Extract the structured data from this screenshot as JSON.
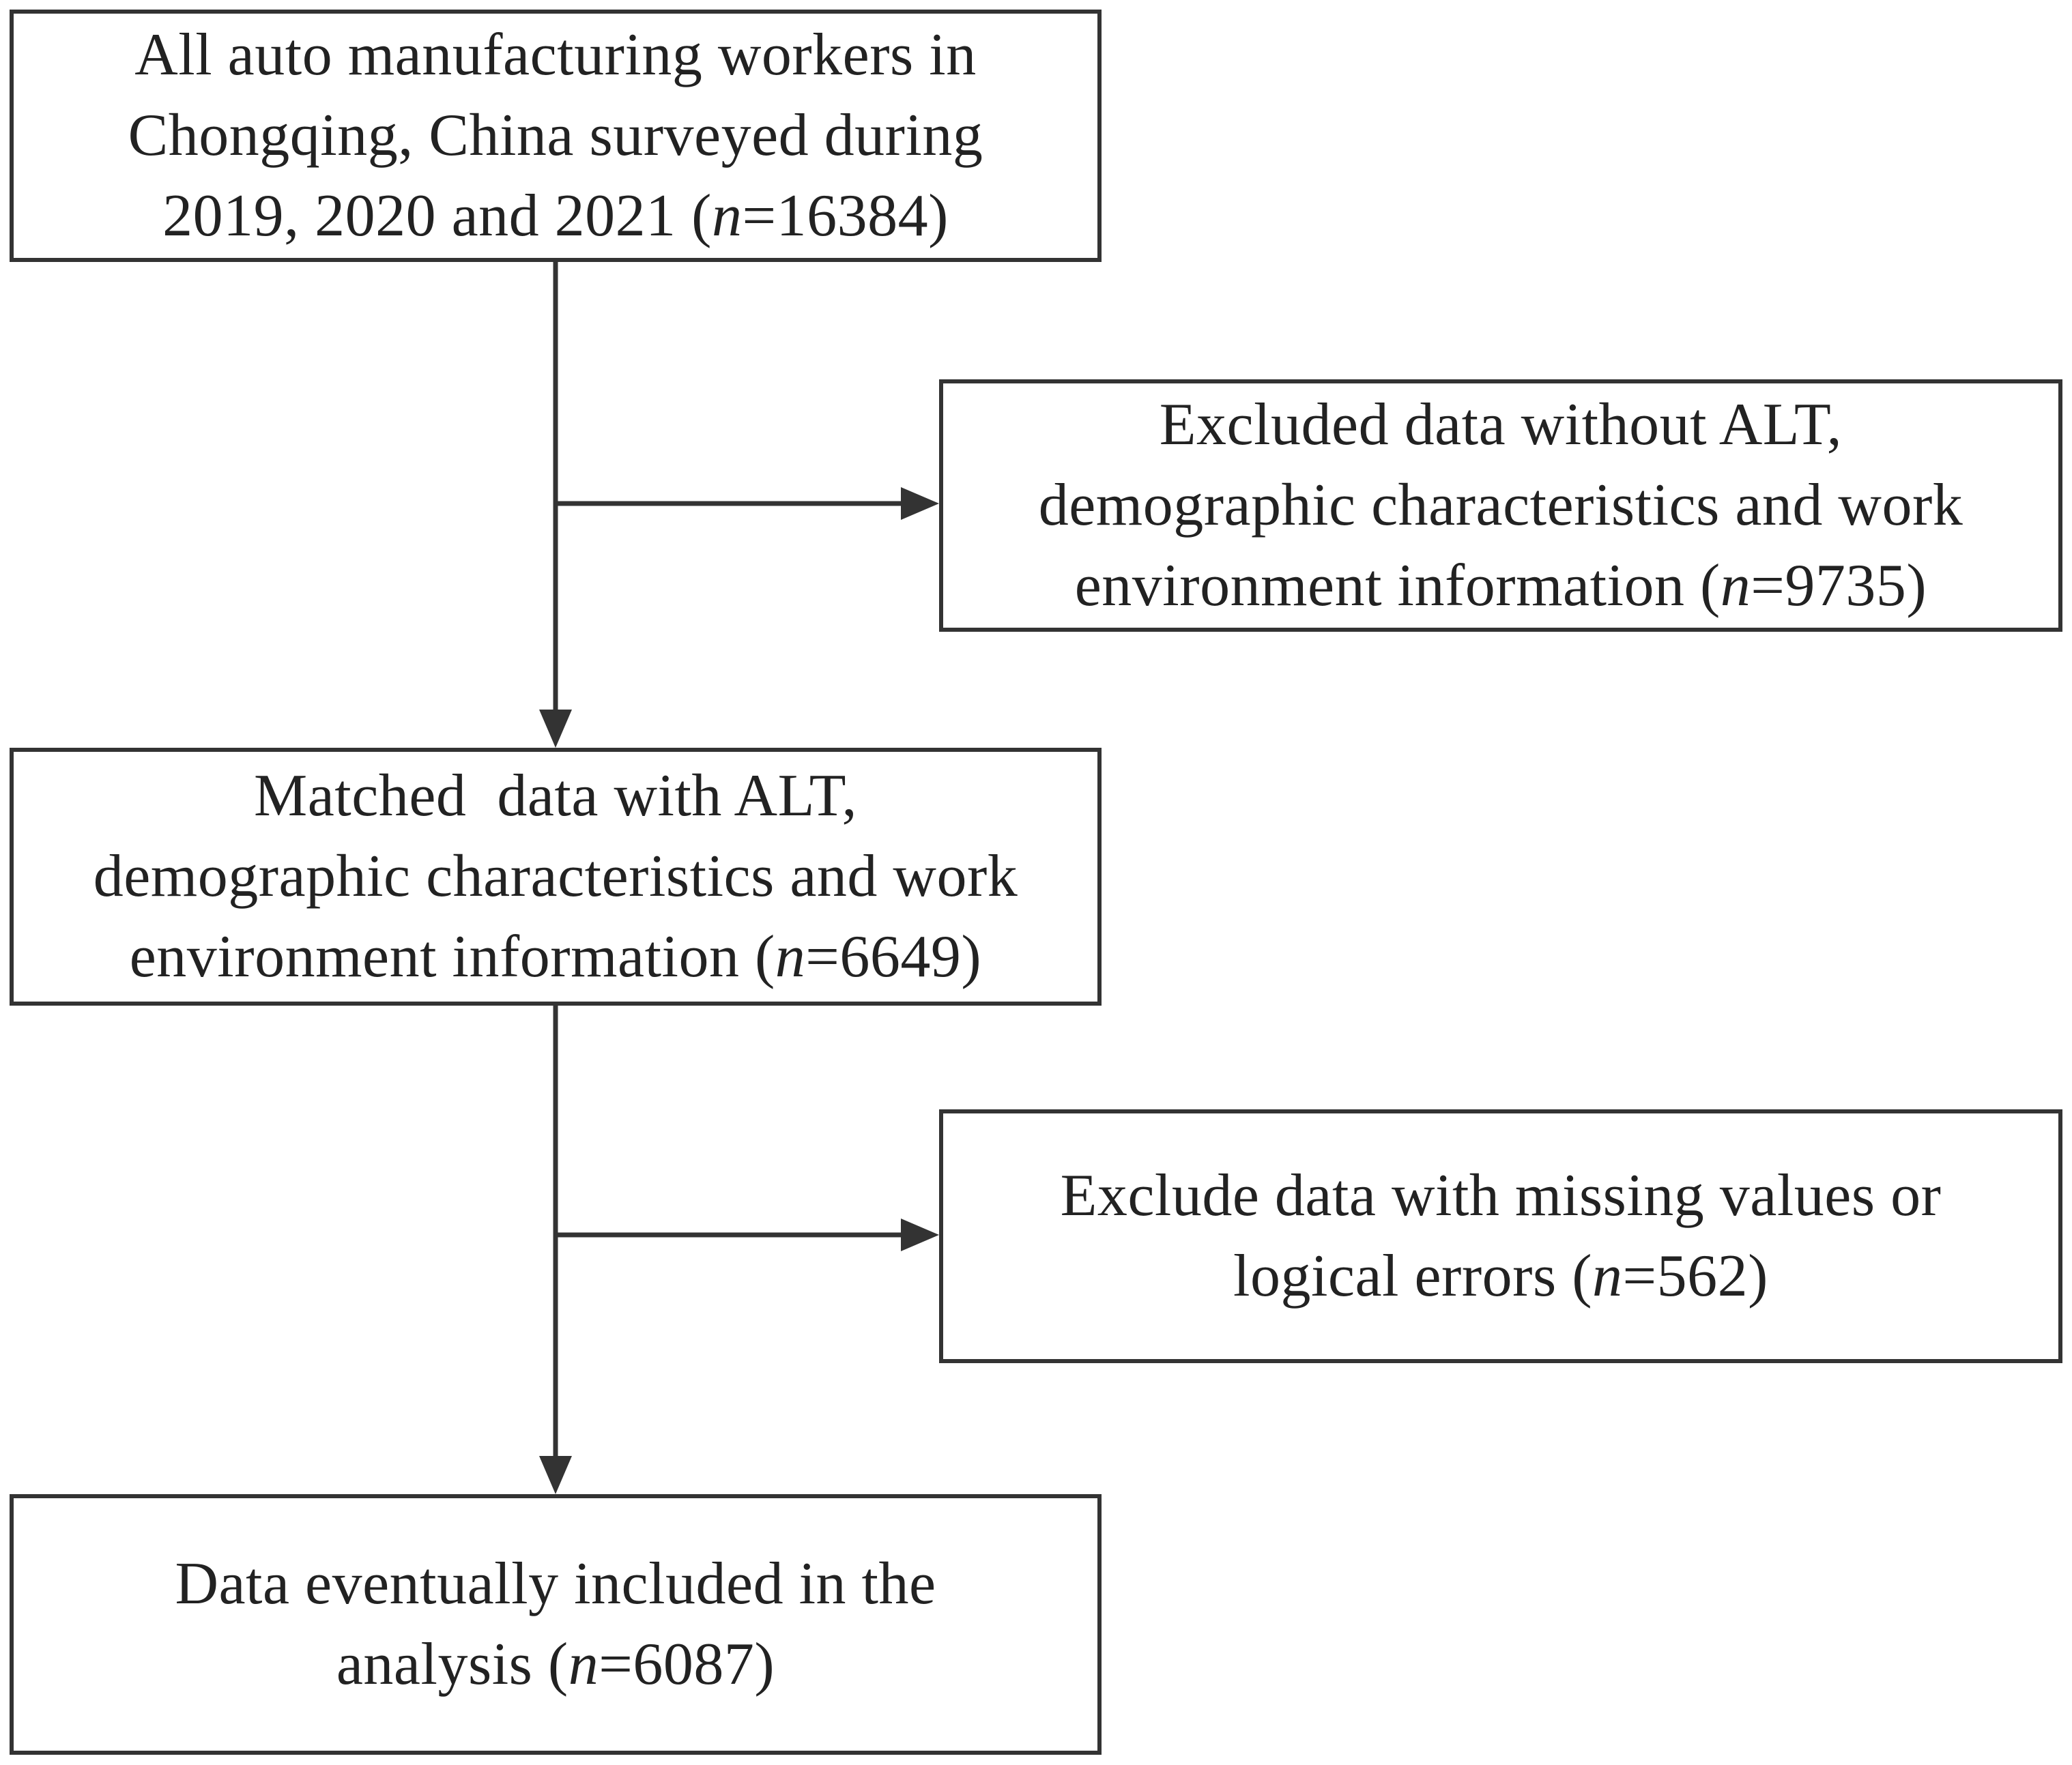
{
  "boxes": {
    "start": {
      "line1": "All auto manufacturing workers in",
      "line2": "Chongqing, China surveyed during",
      "line3_pre": "2019, 2020 and 2021 (",
      "n_symbol": "n",
      "line3_post": "=16384)"
    },
    "excluded_1": {
      "line1": "Excluded data without ALT,",
      "line2": "demographic characteristics and work",
      "line3_pre": "environment information (",
      "n_symbol": "n",
      "line3_post": "=9735)"
    },
    "matched": {
      "line1": "Matched  data with ALT,",
      "line2": "demographic characteristics and work",
      "line3_pre": "environment information (",
      "n_symbol": "n",
      "line3_post": "=6649)"
    },
    "excluded_2": {
      "line1": "Exclude data with missing values or",
      "line2_pre": "logical errors (",
      "n_symbol": "n",
      "line2_post": "=562)"
    },
    "final": {
      "line1": "Data eventually included in the",
      "line2_pre": "analysis (",
      "n_symbol": "n",
      "line2_post": "=6087)"
    }
  },
  "colors": {
    "stroke": "#333333",
    "text": "#222222",
    "background": "#ffffff"
  }
}
